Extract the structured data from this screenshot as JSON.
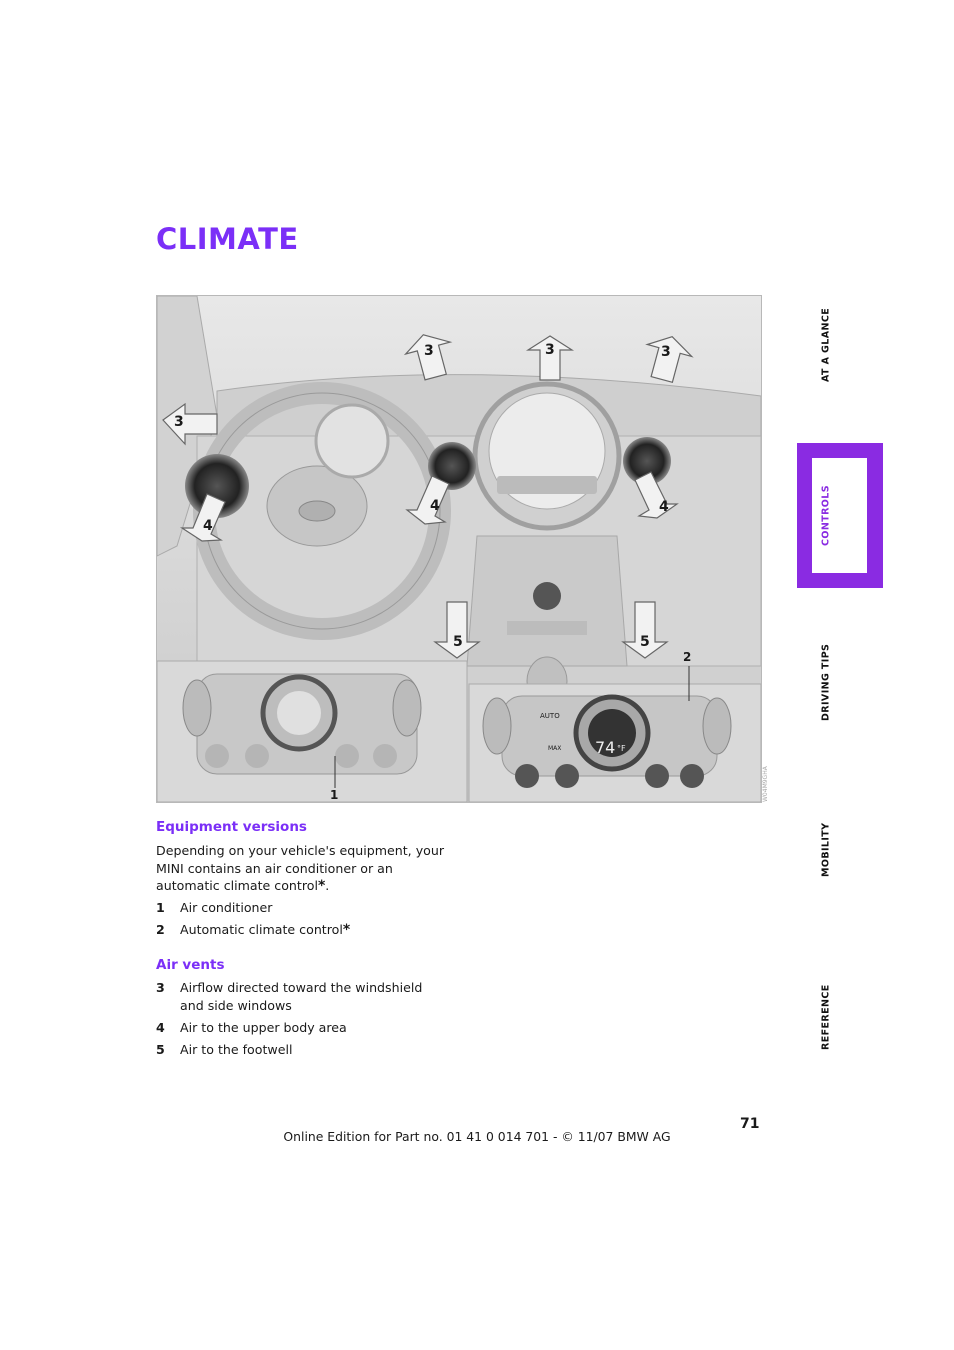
{
  "page": {
    "title": "CLIMATE",
    "page_number": "71",
    "footer": "Online Edition for Part no. 01 41 0 014 701 - © 11/07 BMW AG"
  },
  "figure": {
    "code": "W04M9GHA",
    "callouts": {
      "c3": "3",
      "c4": "4",
      "c5": "5",
      "c1": "1",
      "c2": "2"
    },
    "panel_labels": {
      "auto": "AUTO",
      "max": "MAX",
      "temp": "74",
      "unit": "°F"
    }
  },
  "sections": {
    "equipment": {
      "heading": "Equipment versions",
      "paragraph": "Depending on your vehicle's equipment, your MINI contains an air conditioner or an automatic climate control",
      "star": "*",
      "period": ".",
      "items": [
        {
          "num": "1",
          "text": "Air conditioner",
          "star": ""
        },
        {
          "num": "2",
          "text": "Automatic climate control",
          "star": "*"
        }
      ]
    },
    "vents": {
      "heading": "Air vents",
      "items": [
        {
          "num": "3",
          "text": "Airflow directed toward the windshield and side windows"
        },
        {
          "num": "4",
          "text": "Air to the upper body area"
        },
        {
          "num": "5",
          "text": "Air to the footwell"
        }
      ]
    }
  },
  "side_tabs": [
    {
      "label": "AT A GLANCE",
      "active": false
    },
    {
      "label": "CONTROLS",
      "active": true
    },
    {
      "label": "DRIVING TIPS",
      "active": false
    },
    {
      "label": "MOBILITY",
      "active": false
    },
    {
      "label": "REFERENCE",
      "active": false
    }
  ],
  "colors": {
    "accent": "#7b2ff7",
    "tab_active": "#8a2be2",
    "text": "#1a1a1a"
  }
}
